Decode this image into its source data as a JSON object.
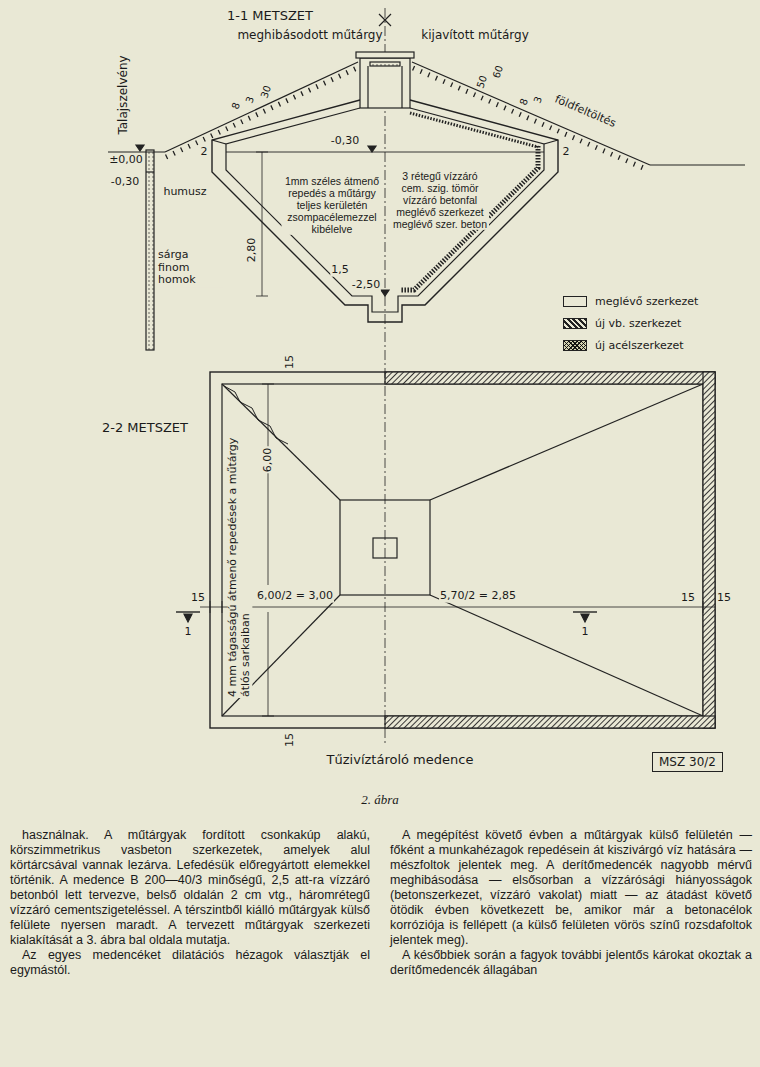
{
  "diagram": {
    "caption": "2. ábra",
    "nodes": [
      {
        "text": [
          "MSZ 30/2"
        ]
      }
    ],
    "labels": [
      "1-1 METSZET",
      "meghibásodott műtárgy",
      "kijavított műtárgy",
      "Talajszelvény",
      "±0,00",
      "-0,30",
      "humusz",
      "sárga finom homok",
      "30",
      "3",
      "8",
      "50",
      "60",
      "8",
      "3",
      "földfeltöltés",
      "2",
      "2",
      "-0,30",
      "1mm széles átmenő repedés a műtárgy teljes kerületén zsompacélemezzel kibélelve",
      "3 rétegű vízzáró cem. szig. tömör vízzáró betonfal meglévő szerkezet meglévő szer. beton",
      "2,80",
      "1,5",
      "-2,50",
      "2-2 METSZET",
      "15",
      "15",
      "6,00/2 = 3,00",
      "5,70/2 = 2,85",
      "15",
      "15",
      "6,00",
      "4 mm tágasságú átmenő repedések a műtárgy átlós sarkaiban",
      "15",
      "1",
      "1",
      "Tűzivíztároló medence",
      "használnak. A műtárgyak fordított csonkakúp alakú, körszimmetrikus vasbeton szerkezetek, amelyek alul körtárcsával vannak lezárva. Lefedésük előregyártott elemekkel történik. A medence B 200—40/3 minőségű, 2,5 att-ra vízzáró betonból lett tervezve, belső oldalán 2 cm vtg., háromrétegű vízzáró cementszigeteléssel. A térszintből kiálló műtárgyak külső felülete nyersen maradt. A tervezett műtárgyak szerkezeti kialakítását a 3. ábra bal oldala mutatja.",
      "Az egyes medencéket dilatációs hézagok választják el egymástól.",
      "A megépítést követő évben a műtárgyak külső felületén — főként a munkahézagok repedésein át kiszivárgó víz hatására — mészfoltok jelentek meg. A derítőmedencék nagyobb mérvű meghibásodása — elsősorban a vízzárósági hiányosságok (betonszerkezet, vízzáró vakolat) miatt — az átadást követő ötödik évben következett be, amikor már a betonacélok korróziója is fellépett (a külső felületen vörös színű rozsdafoltok jelentek meg).",
      "A későbbiek során a fagyok további jelentős károkat okoztak a derítőmedencék állagában"
    ],
    "legend": [
      {
        "text": "meglévő szerkezet"
      },
      {
        "text": "új vb. szerkezet"
      },
      {
        "text": "új acélszerkezet"
      }
    ]
  }
}
